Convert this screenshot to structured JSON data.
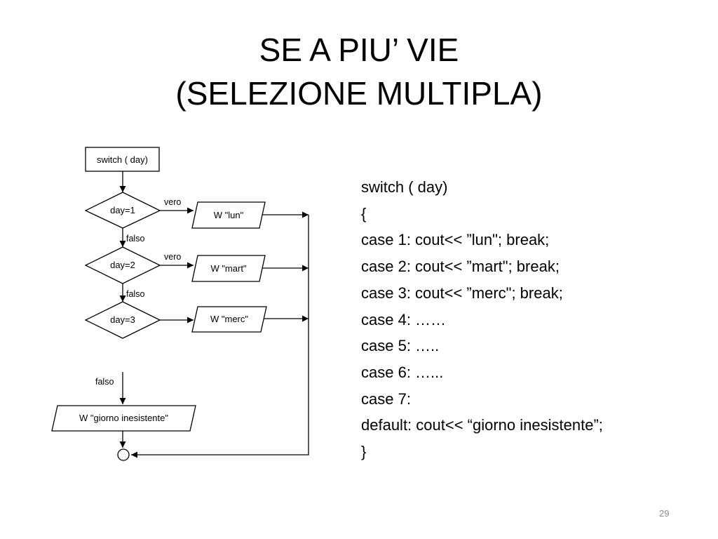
{
  "slide": {
    "title_line1": "SE A PIU’ VIE",
    "title_line2": "(SELEZIONE MULTIPLA)",
    "page_number": "29"
  },
  "flowchart": {
    "start": "switch ( day)",
    "conditions": [
      "day=1",
      "day=2",
      "day=3"
    ],
    "outputs": [
      "W \"lun\"",
      "W \"mart\"",
      "W \"merc\""
    ],
    "default_output": "W \"giorno inesistente\"",
    "edge_labels": {
      "true": "vero",
      "false": "falso"
    }
  },
  "code_lines": [
    "switch ( day)",
    "{",
    "case 1: cout<< ”lun\"; break;",
    "case 2: cout<< ”mart\"; break;",
    "case 3: cout<< ”merc\"; break;",
    "case 4: ……",
    "case 5: …..",
    "case 6: …...",
    "case 7:",
    "default: cout<< “giorno inesistente”;",
    "}"
  ]
}
